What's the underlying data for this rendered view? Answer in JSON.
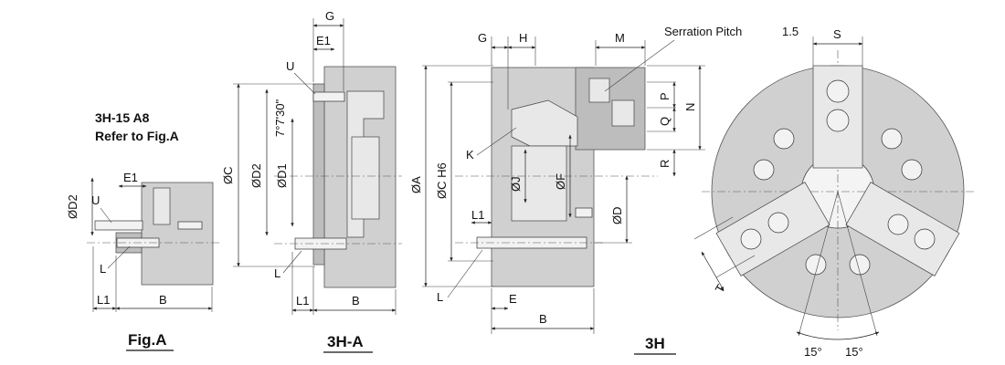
{
  "fig_a": {
    "note_line1": "3H-15 A8",
    "note_line2": "Refer to Fig.A",
    "labels": {
      "d2": "ØD2",
      "u": "U",
      "e1": "E1",
      "l": "L",
      "l1": "L1",
      "b": "B"
    },
    "caption": "Fig.A"
  },
  "view_3h_a": {
    "labels": {
      "g": "G",
      "e1": "E1",
      "u": "U",
      "angle": "7°7'30\"",
      "c": "ØC",
      "d2": "ØD2",
      "d1": "ØD1",
      "l": "L",
      "l1": "L1",
      "b": "B"
    },
    "caption": "3H-A"
  },
  "view_3h": {
    "labels": {
      "g": "G",
      "h": "H",
      "m": "M",
      "a": "ØA",
      "ch6": "ØC H6",
      "k": "K",
      "j": "ØJ",
      "f": "ØF",
      "l1": "L1",
      "d": "ØD",
      "l": "L",
      "e": "E",
      "b": "B",
      "p": "P",
      "q": "Q",
      "n": "N",
      "r": "R"
    },
    "caption": "3H"
  },
  "front_view": {
    "serration_label": "Serration Pitch",
    "serration_value": "1.5",
    "labels": {
      "s": "S",
      "t": "T",
      "angle_left": "15°",
      "angle_right": "15°"
    }
  }
}
